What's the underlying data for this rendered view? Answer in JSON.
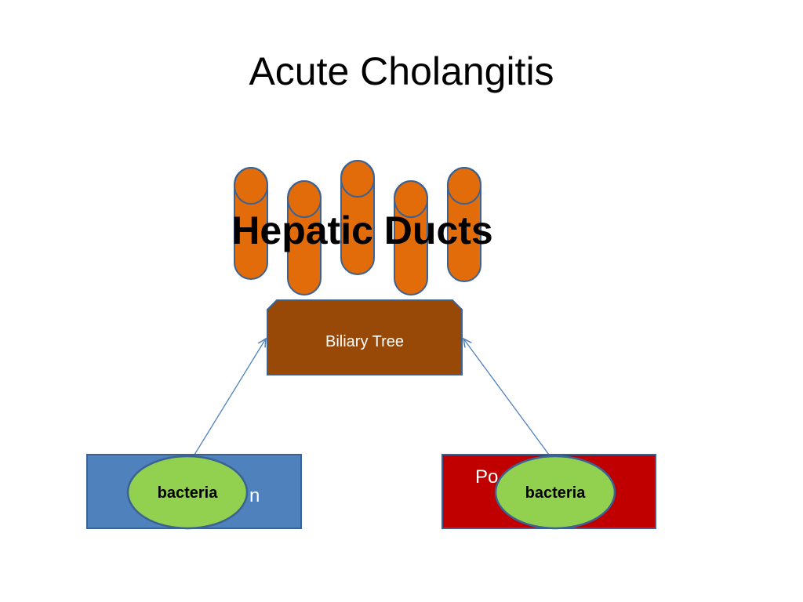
{
  "slide": {
    "title": "Acute Cholangitis"
  },
  "diagram": {
    "hepatic_label": "Hepatic Ducts",
    "biliary_label": "Biliary Tree",
    "left_box_text_partial": "n",
    "right_box_text_partial": "Po                s",
    "bacteria_left": "bacteria",
    "bacteria_right": "bacteria"
  },
  "colors": {
    "duct_fill": "#E36C0A",
    "duct_stroke": "#3A6294",
    "biliary_fill": "#984807",
    "left_box_fill": "#4F81BD",
    "right_box_fill": "#C00000",
    "bacteria_fill": "#92D050",
    "arrow": "#4F81BD"
  }
}
